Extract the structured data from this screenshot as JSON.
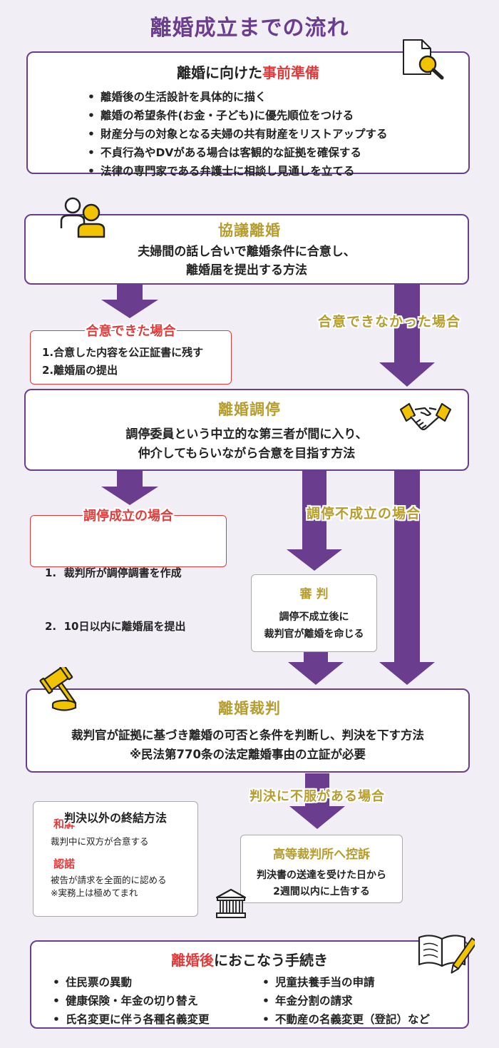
{
  "page_title": "離婚成立までの流れ",
  "prep": {
    "title_prefix": "離婚に向けた",
    "title_highlight": "事前準備",
    "items": [
      "離婚後の生活設計を具体的に描く",
      "離婚の希望条件(お金・子ども)に優先順位をつける",
      "財産分与の対象となる夫婦の共有財産をリストアップする",
      "不貞行為やDVがある場合は客観的な証拠を確保する",
      "法律の専門家である弁護士に相談し見通しを立てる"
    ]
  },
  "kyogi": {
    "title": "協議離婚",
    "line1": "夫婦間の話し合いで離婚条件に合意し、",
    "line2": "離婚届を提出する方法"
  },
  "kyogi_agree": {
    "label": "合意できた場合",
    "items": [
      "1.合意した内容を公正証書に残す",
      "2.離婚届の提出"
    ]
  },
  "kyogi_disagree_label": "合意できなかった場合",
  "chotei": {
    "title": "離婚調停",
    "line1": "調停委員という中立的な第三者が間に入り、",
    "line2": "仲介してもらいながら合意を目指す方法"
  },
  "chotei_success": {
    "label": "調停成立の場合",
    "items": [
      "1.  裁判所が調停調書を作成",
      "2.  10日以内に離婚届を提出"
    ]
  },
  "chotei_fail_label": "調停不成立の場合",
  "shinpan": {
    "title": "審 判",
    "line1": "調停不成立後に",
    "line2": "裁判官が離婚を命じる"
  },
  "saiban": {
    "title": "離婚裁判",
    "line1": "裁判官が証拠に基づき離婚の可否と条件を判断し、判決を下す方法",
    "line2": "※民法第770条の法定離婚事由の立証が必要"
  },
  "other_methods": {
    "title": "判決以外の終結方法",
    "wakai_title": "和解",
    "wakai_desc": "裁判中に双方が合意する",
    "nindaku_title": "認諾",
    "nindaku_desc1": "被告が請求を全面的に認める",
    "nindaku_desc2": "※実務上は極めてまれ"
  },
  "appeal_label": "判決に不服がある場合",
  "koso": {
    "title": "高等裁判所へ控訴",
    "line1": "判決書の送達を受けた日から",
    "line2": "2週間以内に上告する"
  },
  "after": {
    "title_highlight": "離婚後",
    "title_suffix": "におこなう手続き",
    "left_items": [
      "住民票の異動",
      "健康保険・年金の切り替え",
      "氏名変更に伴う各種名義変更"
    ],
    "right_items": [
      "児童扶養手当の申請",
      "年金分割の請求",
      "不動産の名義変更（登記）など"
    ]
  },
  "colors": {
    "purple": "#6b3d8f",
    "gold": "#b59d2e",
    "red": "#e23b3b",
    "background": "#f1eef6"
  },
  "icons": [
    "document-search-icon",
    "people-icon",
    "handshake-icon",
    "gavel-icon",
    "courthouse-icon",
    "notebook-pen-icon"
  ]
}
